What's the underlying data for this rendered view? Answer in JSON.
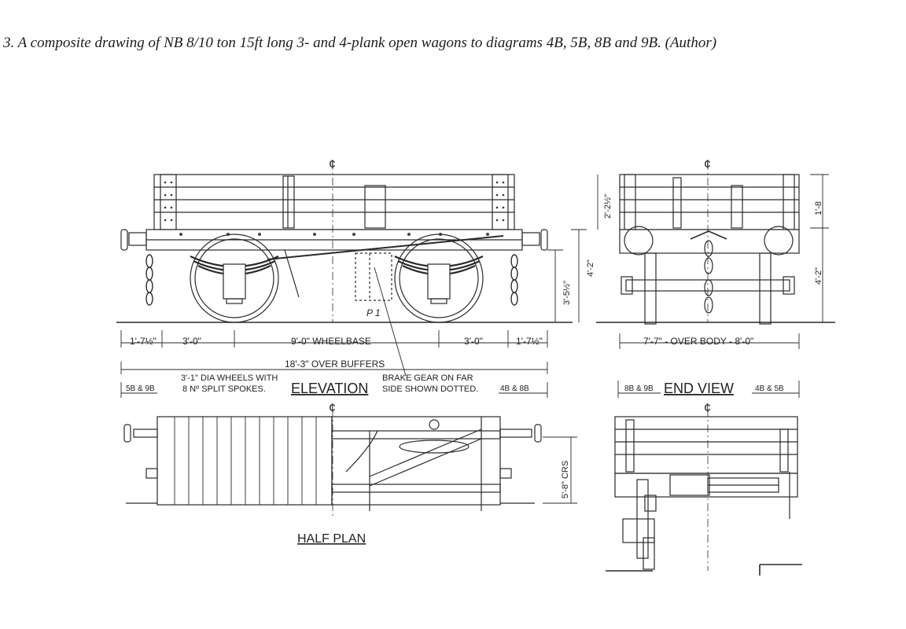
{
  "caption": "3.  A composite drawing of NB 8/10 ton 15ft long 3- and 4-plank open wagons to diagrams 4B, 5B, 8B and 9B.  (Author)",
  "centerline_symbol": "¢",
  "elevation": {
    "title": "ELEVATION",
    "dims": {
      "overhang_left": "1'-7½\"",
      "half_left": "3'-0\"",
      "wheelbase": "9'-0\" WHEELBASE",
      "half_right": "3'-0\"",
      "overhang_right": "1'-7½\"",
      "over_buffers": "18'-3\" OVER BUFFERS",
      "height_buffer": "3'-5½\"",
      "height_floor": "4'-2\"",
      "side_height": "2'-2½\""
    },
    "notes": {
      "wheels_line1": "3'-1\" DIA WHEELS WITH",
      "wheels_line2": "8 Nº SPLIT SPOKES.",
      "brake_line1": "BRAKE GEAR ON FAR",
      "brake_line2": "SIDE SHOWN DOTTED.",
      "diagram_left": "5B & 9B",
      "diagram_right": "4B & 8B",
      "handwritten": "P 1"
    }
  },
  "end_view": {
    "title": "END VIEW",
    "over_body": "7'-7\" - OVER BODY - 8'-0\"",
    "end_height_top": "1'-8",
    "end_height": "4'-2\"",
    "diagram_left": "8B & 9B",
    "diagram_right": "4B & 5B"
  },
  "half_plan": {
    "title": "HALF PLAN",
    "crs": "5'-8\" CRS"
  }
}
